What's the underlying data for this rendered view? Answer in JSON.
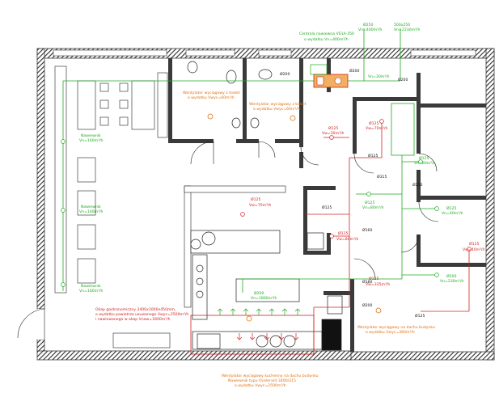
{
  "colors": {
    "wall": "#3a3a3a",
    "hatch": "#2b2b2b",
    "supply": "#1faa1f",
    "exhaust": "#d42020",
    "note": "#e07010",
    "fixture": "#222222"
  },
  "top_labels": {
    "d250": "Ø250",
    "d500x250": "500x250",
    "central_line1": "Centrala nawiewna VS1A-350",
    "central_line2": "o wydatku Vn=400m³/h",
    "vn_400": "Vn=400m³/h",
    "vn_2230": "Vn=2230m³/h",
    "d200_top": "Ø200",
    "d200_wc": "Ø200",
    "d200_right": "Ø200",
    "vn_30_top": "Vn=30m³/h"
  },
  "notes": {
    "wc_fan_1": "Wentylator wyciągowy z toalet",
    "wc_fan_2": "o wydatku Vwyc=60m³/h",
    "wc2_fan_1": "Wentylator wyciągowy z toalet",
    "wc2_fan_2": "o wydatku Vwyc=60m³/h",
    "hood_1": "Okap gastronomiczny 3400x1000x450mm,",
    "hood_2": "o wydatku powietrza usuwanego Vwyc=2500m³/h",
    "hood_3": "i nawiewanego w okap Vnaw=1800m³/h",
    "roof_fan_1": "Wentylator wyciągowy kuchenny na dachu budynku",
    "roof_fan_2": "Nawiewnik typu Ocelerant 3400/315",
    "roof_fan_3": "o wydatku Vwyc=2500m³/h",
    "roof_fan_right_1": "Wentylator wyciągowy na dachu budynku",
    "roof_fan_right_2": "o wydatku Vwyc=360m³/h"
  },
  "supply_labels": [
    {
      "id": "left1_a",
      "text": "Nawiewnik"
    },
    {
      "id": "left1_b",
      "text": "Vn=160m³/h"
    },
    {
      "id": "left2_a",
      "text": "Nawiewnik"
    },
    {
      "id": "left2_b",
      "text": "Vn=160m³/h"
    },
    {
      "id": "left3_a",
      "text": "Nawiewnik"
    },
    {
      "id": "left3_b",
      "text": "Vn=160m³/h"
    },
    {
      "id": "mid_a",
      "text": "Ø125"
    },
    {
      "id": "mid_b",
      "text": "Vn=80m³/h"
    },
    {
      "id": "rt_a",
      "text": "Ø125"
    },
    {
      "id": "rt_b",
      "text": "Vn=80m³/h"
    },
    {
      "id": "rt2_a",
      "text": "Ø125"
    },
    {
      "id": "rt2_b",
      "text": "Vn=40m³/h"
    },
    {
      "id": "rt3_a",
      "text": "Ø200"
    },
    {
      "id": "rt3_b",
      "text": "Vn=230m³/h"
    },
    {
      "id": "kit_a",
      "text": "Ø200"
    },
    {
      "id": "kit_b",
      "text": "Vn=1800m³/h"
    }
  ],
  "exhaust_labels": [
    {
      "id": "ex1_a",
      "text": "Ø125"
    },
    {
      "id": "ex1_b",
      "text": "Vw=30m³/h"
    },
    {
      "id": "ex2_a",
      "text": "Ø125"
    },
    {
      "id": "ex2_b",
      "text": "Vw=70m³/h"
    },
    {
      "id": "ex3_a",
      "text": "Ø125"
    },
    {
      "id": "ex3_b",
      "text": "Vw=70m³/h"
    },
    {
      "id": "ex4_a",
      "text": "Ø125"
    },
    {
      "id": "ex4_b",
      "text": "Vw=80m³/h"
    },
    {
      "id": "ex5_a",
      "text": "Ø125"
    },
    {
      "id": "ex5_b",
      "text": "Vw=335m³/h"
    },
    {
      "id": "ex6_a",
      "text": "Ø125"
    },
    {
      "id": "ex6_b",
      "text": "Vw=40m³/h"
    }
  ],
  "duct_labels": {
    "d125_a": "Ø125",
    "d125_b": "Ø125",
    "d315": "Ø315",
    "d250": "Ø250",
    "d160": "Ø160",
    "d180": "Ø180",
    "d200_bottom": "Ø200",
    "d125_bottom": "Ø125"
  }
}
